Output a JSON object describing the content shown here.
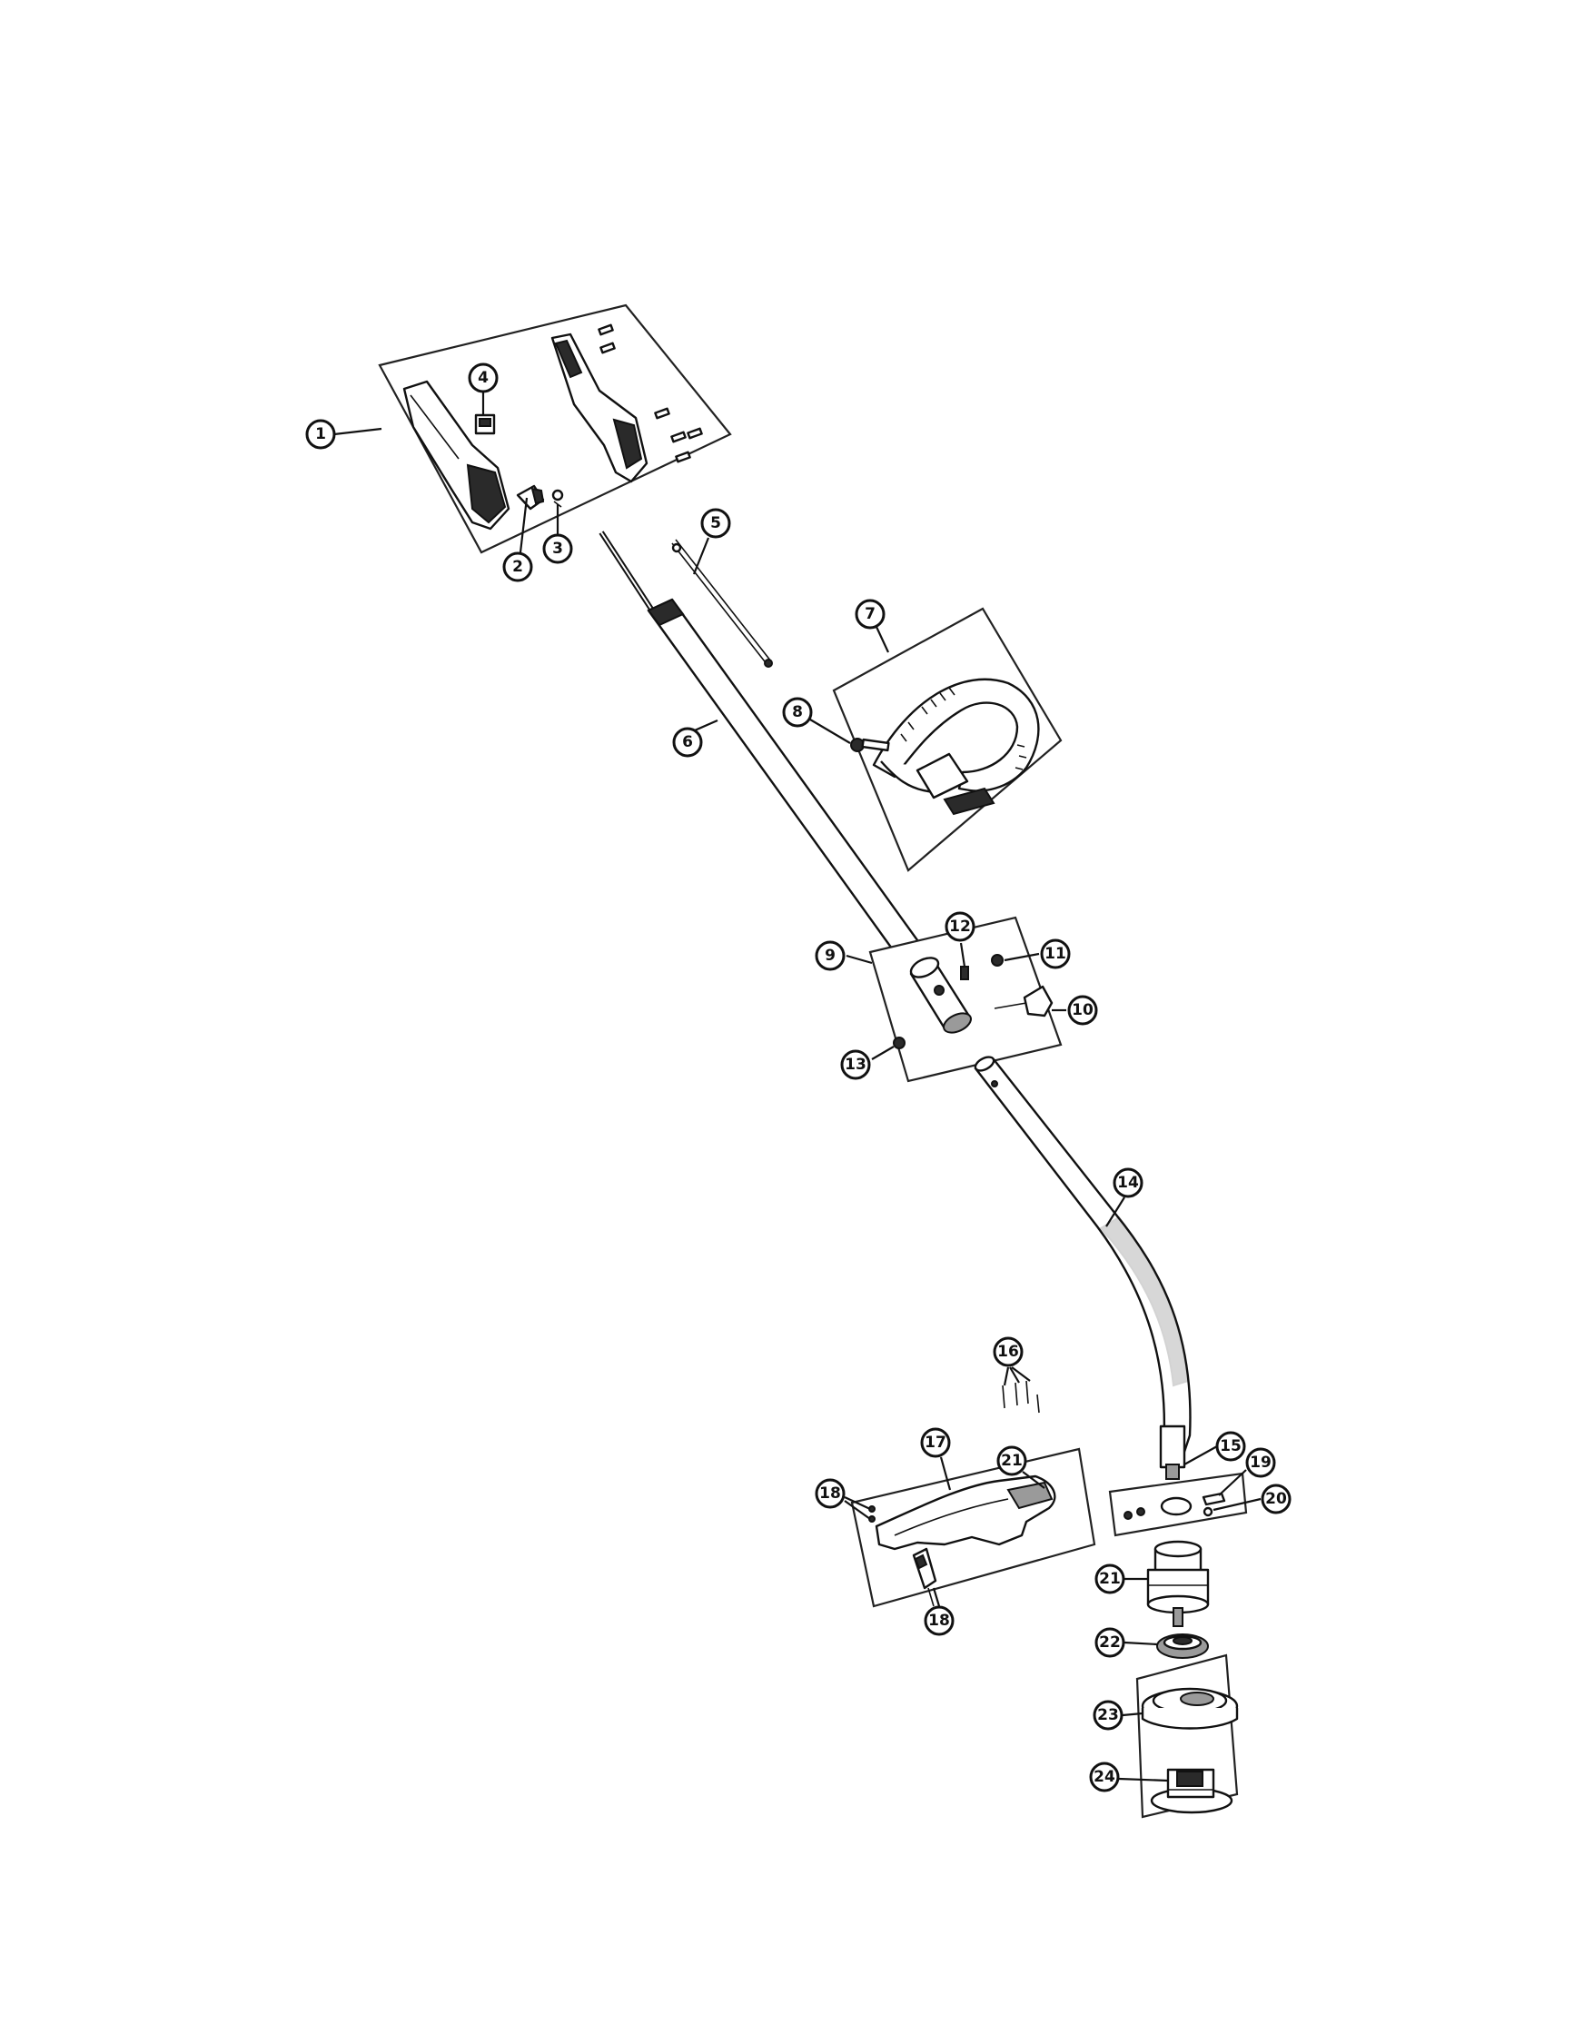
{
  "diagram": {
    "callouts": [
      {
        "id": "1",
        "label": "1"
      },
      {
        "id": "2",
        "label": "2"
      },
      {
        "id": "3",
        "label": "3"
      },
      {
        "id": "4",
        "label": "4"
      },
      {
        "id": "5",
        "label": "5"
      },
      {
        "id": "6",
        "label": "6"
      },
      {
        "id": "7",
        "label": "7"
      },
      {
        "id": "8",
        "label": "8"
      },
      {
        "id": "9",
        "label": "9"
      },
      {
        "id": "10",
        "label": "10"
      },
      {
        "id": "11",
        "label": "11"
      },
      {
        "id": "12",
        "label": "12"
      },
      {
        "id": "13",
        "label": "13"
      },
      {
        "id": "14",
        "label": "14"
      },
      {
        "id": "15",
        "label": "15"
      },
      {
        "id": "16",
        "label": "16"
      },
      {
        "id": "17",
        "label": "17"
      },
      {
        "id": "18a",
        "label": "18"
      },
      {
        "id": "18b",
        "label": "18"
      },
      {
        "id": "19",
        "label": "19"
      },
      {
        "id": "20",
        "label": "20"
      },
      {
        "id": "21a",
        "label": "21"
      },
      {
        "id": "21b",
        "label": "21"
      },
      {
        "id": "22",
        "label": "22"
      },
      {
        "id": "23",
        "label": "23"
      },
      {
        "id": "24",
        "label": "24"
      }
    ]
  }
}
